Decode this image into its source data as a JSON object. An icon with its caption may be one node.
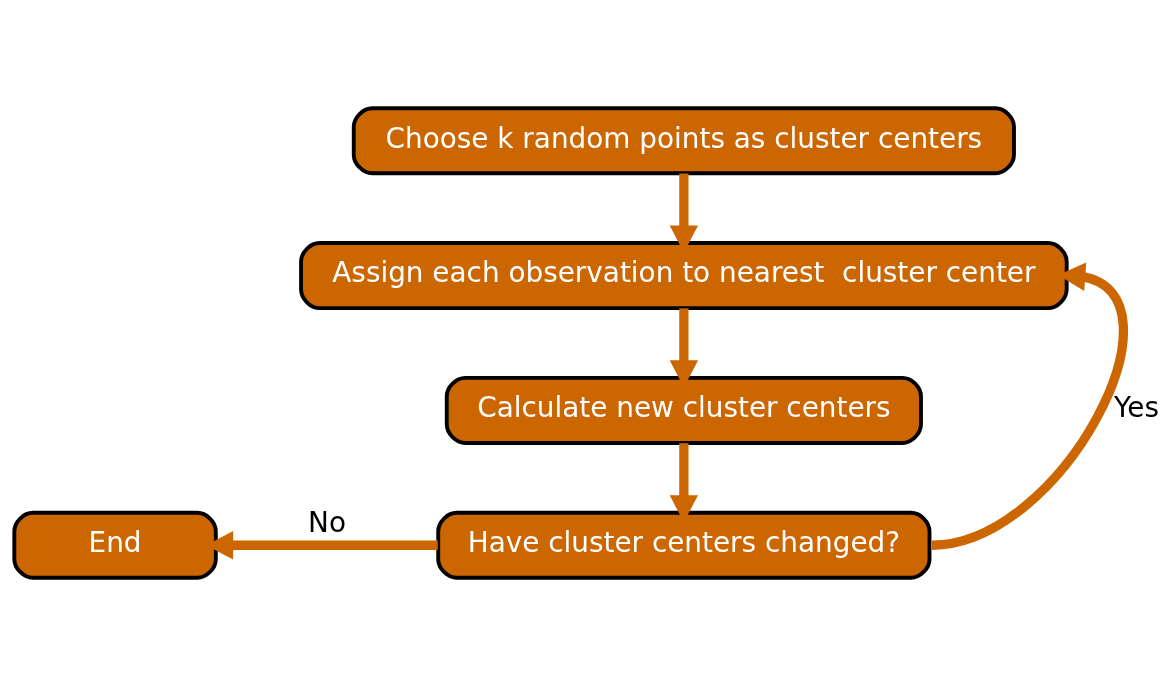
{
  "diagram": {
    "nodes": [
      {
        "text": [
          "Choose k random points as cluster centers"
        ]
      },
      {
        "text": [
          "Assign each observation to nearest  cluster center"
        ]
      },
      {
        "text": [
          "Calculate new cluster centers"
        ]
      },
      {
        "text": [
          "Have cluster centers changed?"
        ]
      },
      {
        "text": [
          "End"
        ]
      }
    ],
    "edges": [
      {
        "from": 0,
        "to": 1,
        "arrow": "to"
      },
      {
        "from": 1,
        "to": 2,
        "arrow": "to"
      },
      {
        "from": 2,
        "to": 3,
        "arrow": "to"
      },
      {
        "from": 3,
        "to": 4,
        "arrow": "to",
        "label": "No"
      },
      {
        "from": 3,
        "to": 1,
        "arrow": "to",
        "label": "Yes"
      }
    ]
  }
}
